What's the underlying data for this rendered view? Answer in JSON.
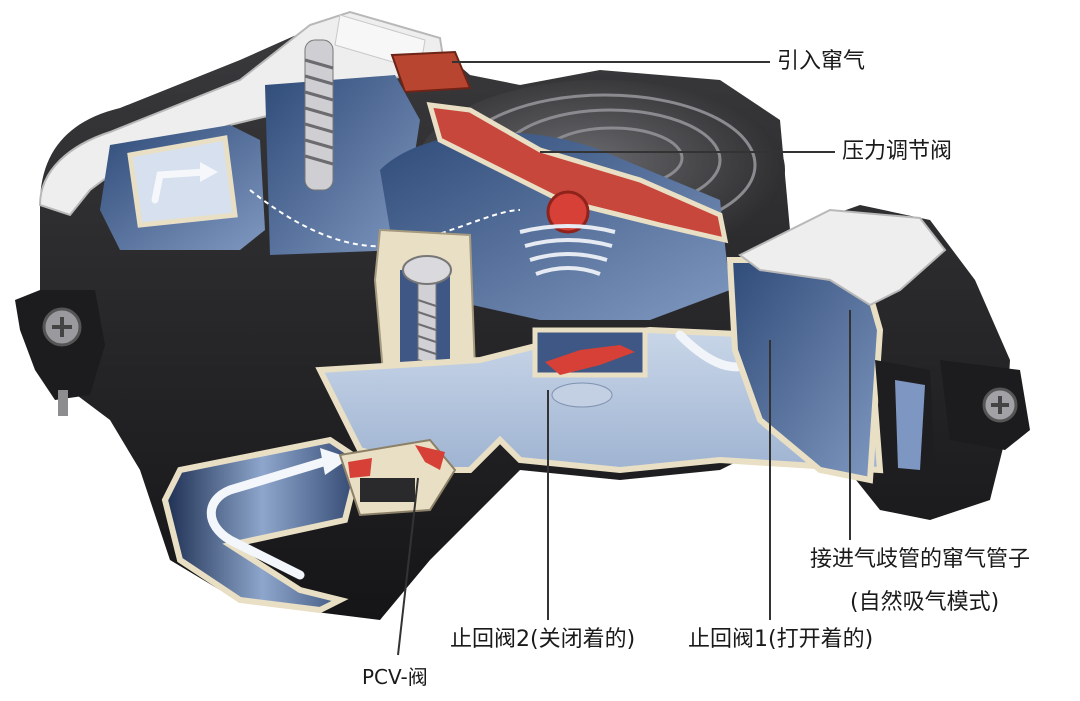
{
  "labels": {
    "fresh_air_inlet": "引入窜气",
    "pressure_valve": "压力调节阀",
    "manifold_pipe": "接进气歧管的窜气管子",
    "naturally_aspirated": "(自然吸气模式)",
    "check_valve_2": "止回阀2(关闭着的)",
    "check_valve_1": "止回阀1(打开着的)",
    "pcv_valve": "PCV-阀"
  },
  "colors": {
    "housing_black": "#2b2b2d",
    "housing_dark": "#141416",
    "cover_white": "#ededed",
    "interior_blue": "#43618f",
    "interior_light": "#b7c8df",
    "seal_red": "#d64036",
    "wall_cream": "#e9dfc4",
    "leader_line": "#333333"
  }
}
